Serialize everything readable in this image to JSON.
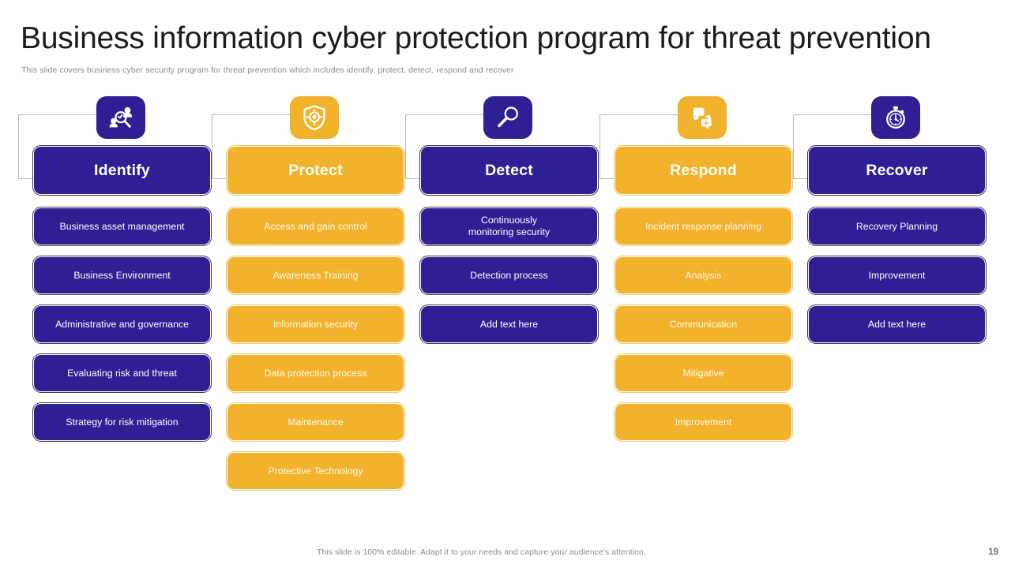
{
  "header": {
    "title": "Business information cyber protection program for threat prevention",
    "subtitle": "This slide covers business cyber security program for threat prevention which includes identify, protect,  detect, respond and recover"
  },
  "theme": {
    "purple": "#2E2094",
    "yellow": "#F2B22C",
    "title_color": "#1C1C1C",
    "subtitle_color": "#8A8A8A",
    "connector_color": "#B9B9BD",
    "card_text_color": "#FFFFFF"
  },
  "columns": [
    {
      "id": "identify",
      "theme": "purple",
      "icon": "people-search-icon",
      "header": "Identify",
      "items": [
        "Business asset management",
        "Business Environment",
        "Administrative  and governance",
        "Evaluating  risk and threat",
        "Strategy for risk mitigation"
      ]
    },
    {
      "id": "protect",
      "theme": "yellow",
      "icon": "shield-target-icon",
      "header": "Protect",
      "items": [
        "Access and gain control",
        "Awareness Training",
        "Information  security",
        "Data protection process",
        "Maintenance",
        "Protective Technology"
      ]
    },
    {
      "id": "detect",
      "theme": "purple",
      "icon": "magnifier-icon",
      "header": "Detect",
      "items": [
        "Continuously\nmonitoring  security",
        "Detection  process",
        "Add text here"
      ]
    },
    {
      "id": "respond",
      "theme": "yellow",
      "icon": "chat-bubbles-icon",
      "header": "Respond",
      "items": [
        "Incident  response  planning",
        "Analysis",
        "Communication",
        "Mitigative",
        "Improvement"
      ]
    },
    {
      "id": "recover",
      "theme": "purple",
      "icon": "stopwatch-icon",
      "header": "Recover",
      "items": [
        "Recovery  Planning",
        "Improvement",
        "Add text here"
      ]
    }
  ],
  "footer": {
    "note": "This slide is 100% editable. Adapt it to your needs and capture your audience's attention.",
    "page_number": "19"
  }
}
